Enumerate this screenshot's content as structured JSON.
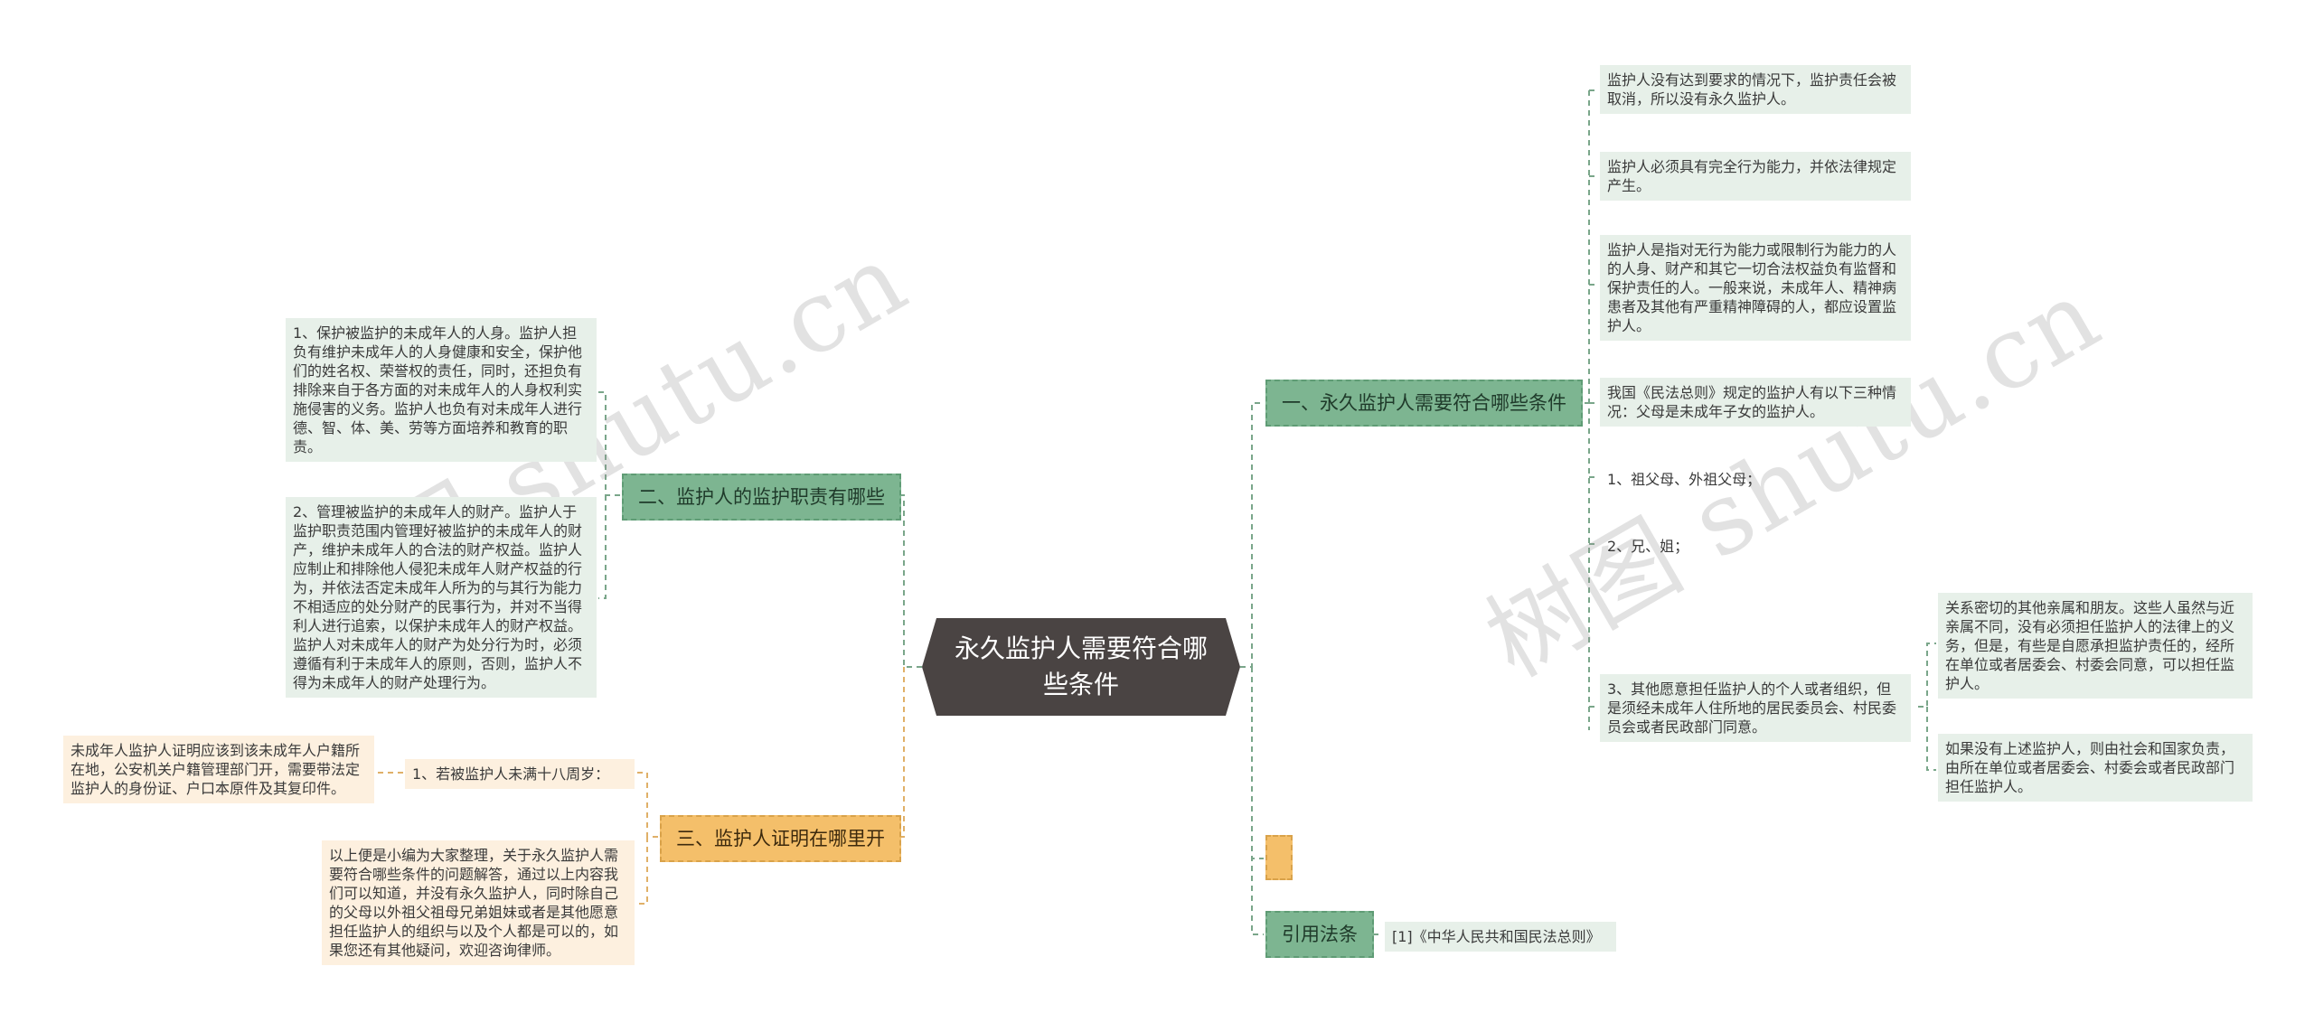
{
  "watermark": {
    "text_left": "树图 shutu.cn",
    "text_right": "树图 shutu.cn"
  },
  "center": {
    "title": "永久监护人需要符合哪些条件"
  },
  "branch1": {
    "label": "一、永久监护人需要符合哪些条件",
    "leaves": [
      "监护人没有达到要求的情况下，监护责任会被取消，所以没有永久监护人。",
      "监护人必须具有完全行为能力，并依法律规定产生。",
      "监护人是指对无行为能力或限制行为能力的人的人身、财产和其它一切合法权益负有监督和保护责任的人。一般来说，未成年人、精神病患者及其他有严重精神障碍的人，都应设置监护人。",
      "我国《民法总则》规定的监护人有以下三种情况：父母是未成年子女的监护人。",
      "1、祖父母、外祖父母；",
      "2、兄、姐；",
      "3、其他愿意担任监护人的个人或者组织，但是须经未成年人住所地的居民委员会、村民委员会或者民政部门同意。"
    ],
    "sub_leaves": [
      "关系密切的其他亲属和朋友。这些人虽然与近亲属不同，没有必须担任监护人的法律上的义务，但是，有些是自愿承担监护责任的，经所在单位或者居委会、村委会同意，可以担任监护人。",
      "如果没有上述监护人，则由社会和国家负责，由所在单位或者居委会、村委会或者民政部门担任监护人。"
    ]
  },
  "branch2": {
    "label": "二、监护人的监护职责有哪些",
    "leaves": [
      "1、保护被监护的未成年人的人身。监护人担负有维护未成年人的人身健康和安全，保护他们的姓名权、荣誉权的责任，同时，还担负有排除来自于各方面的对未成年人的人身权利实施侵害的义务。监护人也负有对未成年人进行德、智、体、美、劳等方面培养和教育的职责。",
      "2、管理被监护的未成年人的财产。监护人于监护职责范围内管理好被监护的未成年人的财产，维护未成年人的合法的财产权益。监护人应制止和排除他人侵犯未成年人财产权益的行为，并依法否定未成年人所为的与其行为能力不相适应的处分财产的民事行为，并对不当得利人进行追索，以保护未成年人的财产权益。监护人对未成年人的财产为处分行为时，必须遵循有利于未成年人的原则，否则，监护人不得为未成年人的财产处理行为。"
    ]
  },
  "branch3": {
    "label": "三、监护人证明在哪里开",
    "leaves": [
      "1、若被监护人未满十八周岁：",
      "以上便是小编为大家整理，关于永久监护人需要符合哪些条件的问题解答，通过以上内容我们可以知道，并没有永久监护人，同时除自己的父母以外祖父祖母兄弟姐妹或者是其他愿意担任监护人的组织与以及个人都是可以的，如果您还有其他疑问，欢迎咨询律师。"
    ],
    "sub_leaf": "未成年人监护人证明应该到该未成年人户籍所在地，公安机关户籍管理部门开，需要带法定监护人的身份证、户口本原件及其复印件。"
  },
  "branch4": {
    "label": ""
  },
  "branch5": {
    "label": "引用法条",
    "leaf": "[1]《中华人民共和国民法总则》"
  },
  "colors": {
    "green_branch": "#7db591",
    "green_leaf": "#e7f0e9",
    "orange_branch": "#f4bf6a",
    "orange_leaf": "#fdf0df",
    "center": "#4a4443",
    "line_green": "#7aa68a",
    "line_orange": "#e0b068"
  }
}
